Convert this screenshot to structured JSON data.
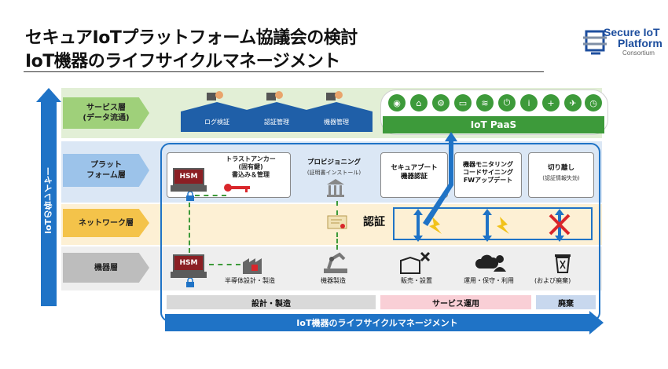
{
  "title": {
    "line1": "セキュアIoTプラットフォーム協議会の検討",
    "line2": "IoT機器のライフサイクルマネージメント"
  },
  "logo": {
    "line1": "Secure IoT",
    "line2": "Platform",
    "line3": "Consortium",
    "color": "#1d4e9e"
  },
  "axis_label": "IoTの各レイヤー",
  "layers": {
    "service": "サービス層\n(データ流通)",
    "platform": "プラット\nフォーム層",
    "network": "ネットワーク層",
    "device": "機器層"
  },
  "service": {
    "houses": [
      "ログ検証",
      "認証管理",
      "機器管理"
    ],
    "paas_label": "IoT PaaS",
    "paas_icons": [
      "eye-icon",
      "home-icon",
      "tractor-icon",
      "car-icon",
      "wifi-icon",
      "power-icon",
      "info-icon",
      "medicine-icon",
      "drone-icon",
      "watch-icon"
    ]
  },
  "platform": {
    "hsm_label": "HSM",
    "trust_anchor": {
      "title": "トラストアンカー\n(固有鍵)\n書込み＆管理"
    },
    "provisioning": {
      "title": "プロビジョニング",
      "sub": "(証明書インストール)"
    },
    "secure_boot": {
      "title": "セキュアブート\n機器認証"
    },
    "monitoring": {
      "title": "機器モニタリング\nコードサイニング\nFWアップデート"
    },
    "disconnect": {
      "title": "切り離し",
      "sub": "(認証情報失効)"
    }
  },
  "network": {
    "auth_label": "認証"
  },
  "device": {
    "hsm_label": "HSM",
    "labels": [
      "半導体設計・製造",
      "機器製造",
      "販売・設置",
      "運用・保守・利用",
      "(および廃棄)"
    ]
  },
  "phases": {
    "design": "設計・製造",
    "service": "サービス運用",
    "dispose": "廃棄"
  },
  "bottom_arrow": "IoT機器のライフサイクルマネージメント",
  "colors": {
    "accent_blue": "#1f73c6",
    "service_green": "#3d9a3a",
    "hsm_red": "#8b1f24",
    "network_orange": "#f4c34a"
  }
}
